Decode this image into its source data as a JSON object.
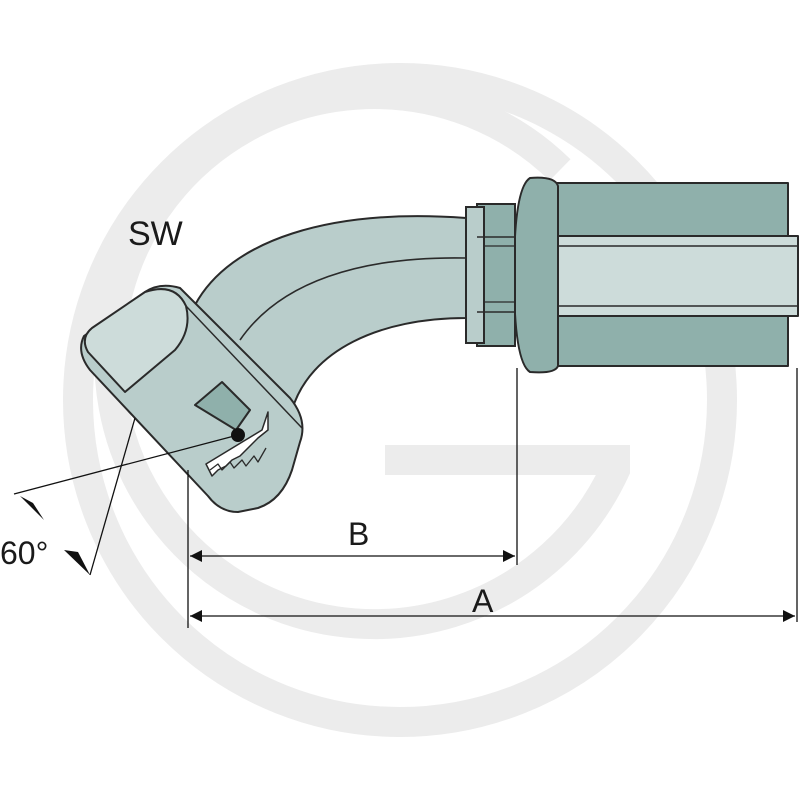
{
  "labels": {
    "wrench_size": "SW",
    "angle": "60°",
    "dimension_b": "B",
    "dimension_a": "A"
  },
  "colors": {
    "watermark": "#ececec",
    "fitting_fill": "#b9cdcb",
    "fitting_dark": "#8fb0ab",
    "fitting_light": "#cddcda",
    "outline": "#2a2a2a"
  },
  "icons": {
    "background": "g-logo-watermark-icon"
  }
}
